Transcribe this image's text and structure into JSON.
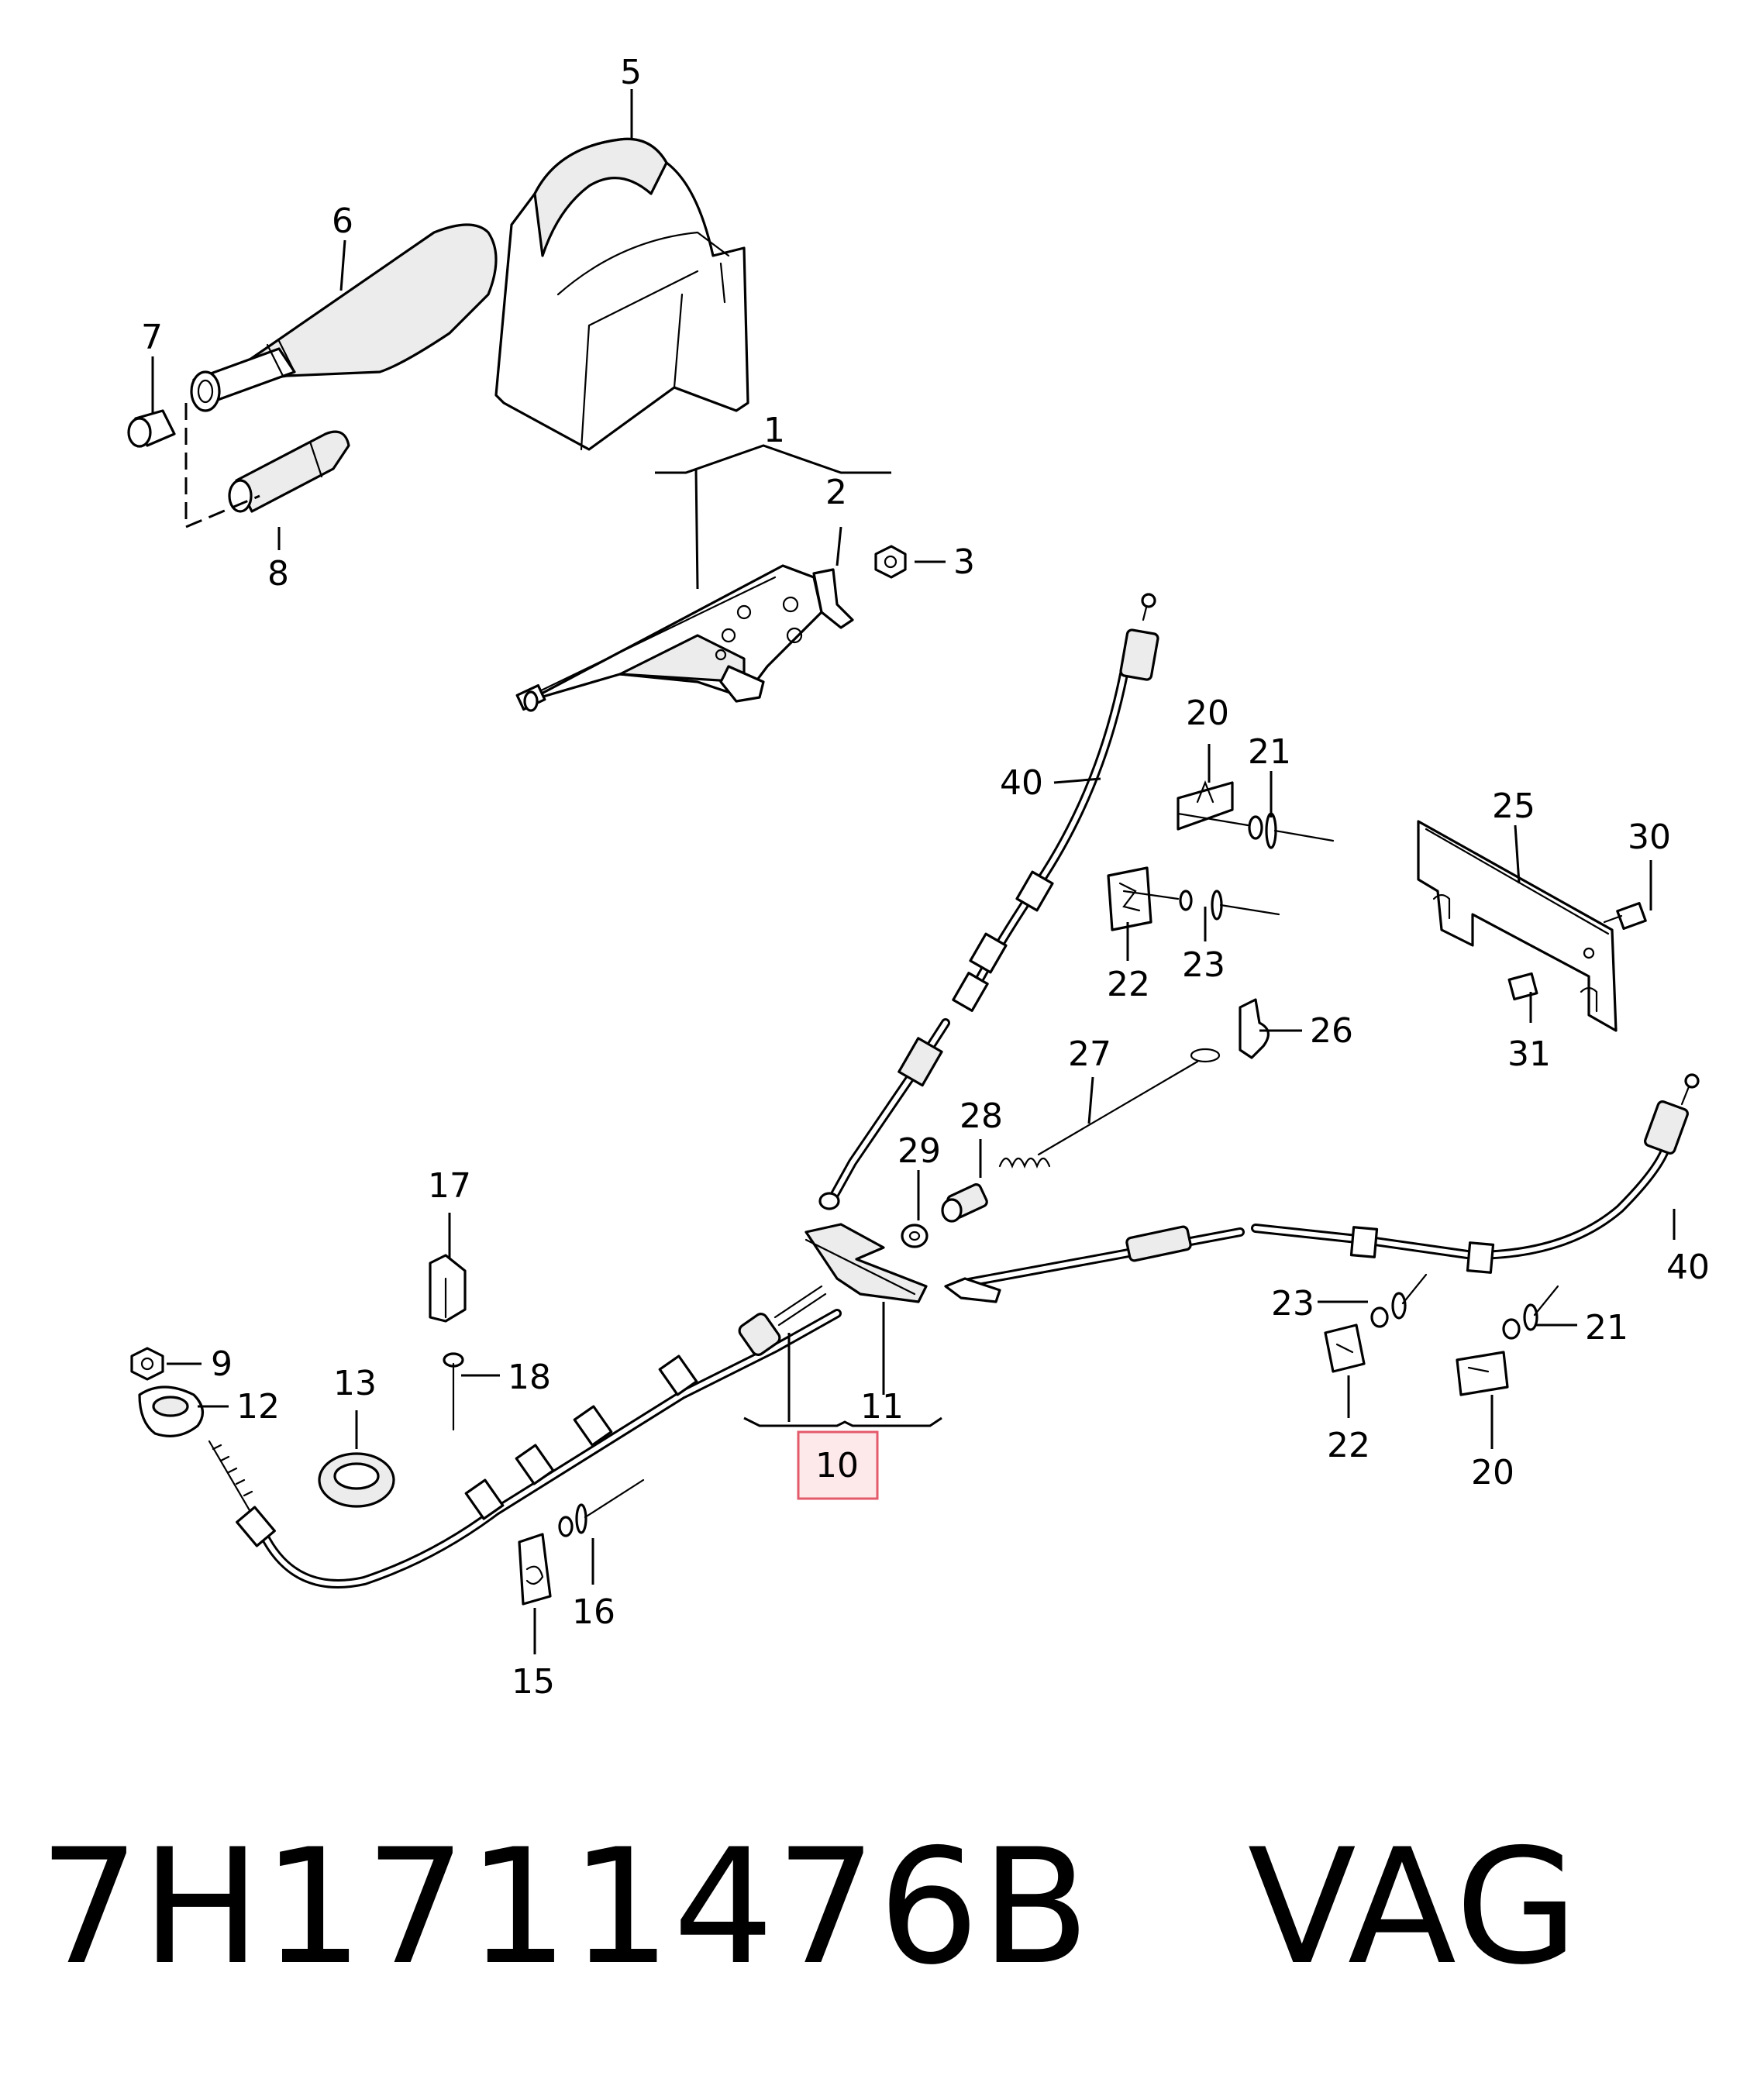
{
  "title": "7H1711476B   VAG",
  "highlighted_callout": "10",
  "callouts": {
    "c1": "1",
    "c2": "2",
    "c3": "3",
    "c5": "5",
    "c6": "6",
    "c7": "7",
    "c8": "8",
    "c9": "9",
    "c10": "10",
    "c11": "11",
    "c12": "12",
    "c13": "13",
    "c15": "15",
    "c16": "16",
    "c17": "17",
    "c18": "18",
    "c20a": "20",
    "c21a": "21",
    "c22a": "22",
    "c23a": "23",
    "c25": "25",
    "c26": "26",
    "c27": "27",
    "c28": "28",
    "c29": "29",
    "c30": "30",
    "c31": "31",
    "c40a": "40",
    "c40b": "40",
    "c23b": "23",
    "c22b": "22",
    "c21b": "21",
    "c20b": "20"
  },
  "colors": {
    "highlight_fill": "#fde8ea",
    "highlight_border": "#e35a6b",
    "line": "#000000"
  }
}
